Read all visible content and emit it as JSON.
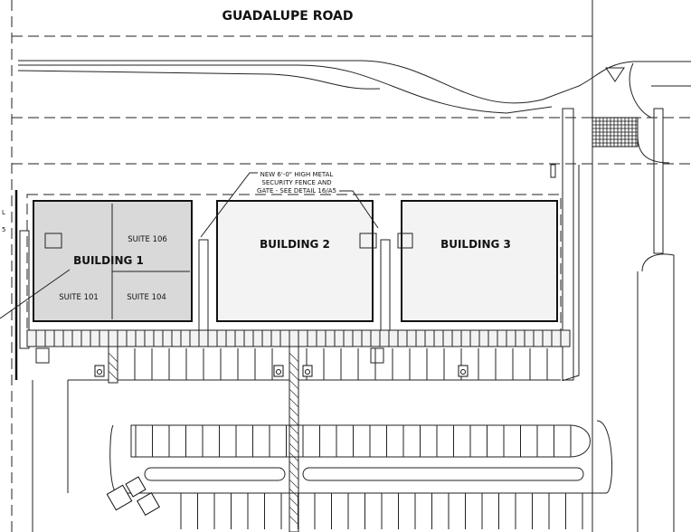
{
  "road": {
    "name": "GUADALUPE ROAD"
  },
  "buildings": [
    {
      "label": "BUILDING 1",
      "suites": [
        "SUITE 106",
        "SUITE 101",
        "SUITE 104"
      ],
      "fill": "#d9d9d9"
    },
    {
      "label": "BUILDING 2",
      "suites": [],
      "fill": "#f3f3f3"
    },
    {
      "label": "BUILDING 3",
      "suites": [],
      "fill": "#f3f3f3"
    }
  ],
  "fence_note": [
    "NEW 6'-0\" HIGH METAL",
    "SECURITY FENCE AND",
    "GATE - SEE DETAIL 16/A5"
  ],
  "left_note_fragments": [
    "L",
    "5"
  ],
  "icons": [
    "accessible-parking-icon",
    "north-arrow-mark",
    "yield-island"
  ]
}
